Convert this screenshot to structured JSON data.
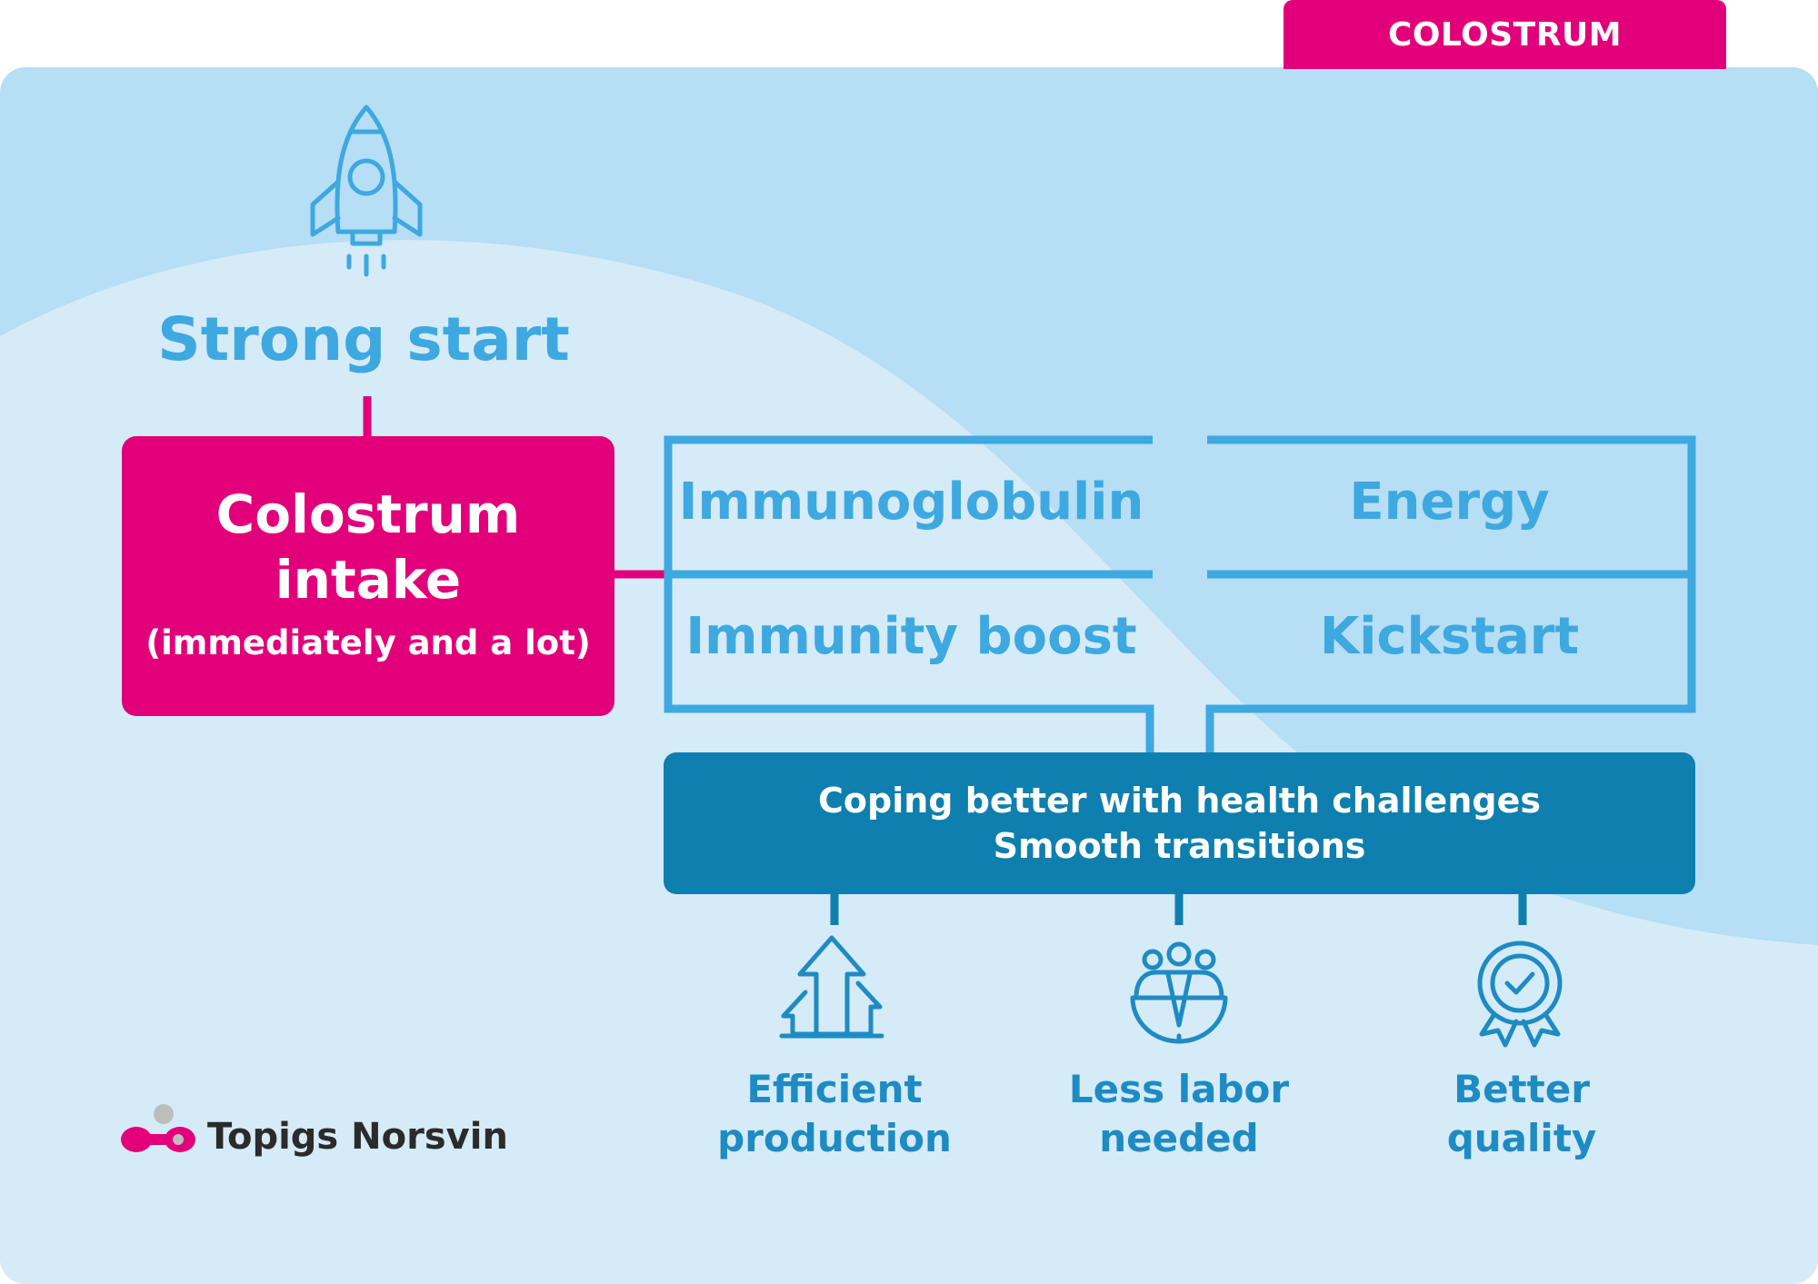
{
  "tab": {
    "label": "COLOSTRUM"
  },
  "title": "Strong start",
  "intake": {
    "line1": "Colostrum",
    "line2": "intake",
    "note": "(immediately and a lot)"
  },
  "grid": {
    "immunoglobulin": "Immunoglobulin",
    "energy": "Energy",
    "immunity_boost": "Immunity boost",
    "kickstart": "Kickstart"
  },
  "coping": {
    "line1": "Coping better with health challenges",
    "line2": "Smooth transitions"
  },
  "outcomes": [
    {
      "icon": "growth-arrows-icon",
      "line1": "Efficient",
      "line2": "production"
    },
    {
      "icon": "team-icon",
      "line1": "Less labor",
      "line2": "needed"
    },
    {
      "icon": "quality-badge-icon",
      "line1": "Better",
      "line2": "quality"
    }
  ],
  "logo": {
    "text": "Topigs Norsvin"
  },
  "colors": {
    "magenta": "#e2007a",
    "light_blue": "#3ea8e0",
    "dark_blue": "#0e7fae",
    "panel_bg": "#b6def4",
    "panel_wave": "#d5ebf8"
  }
}
